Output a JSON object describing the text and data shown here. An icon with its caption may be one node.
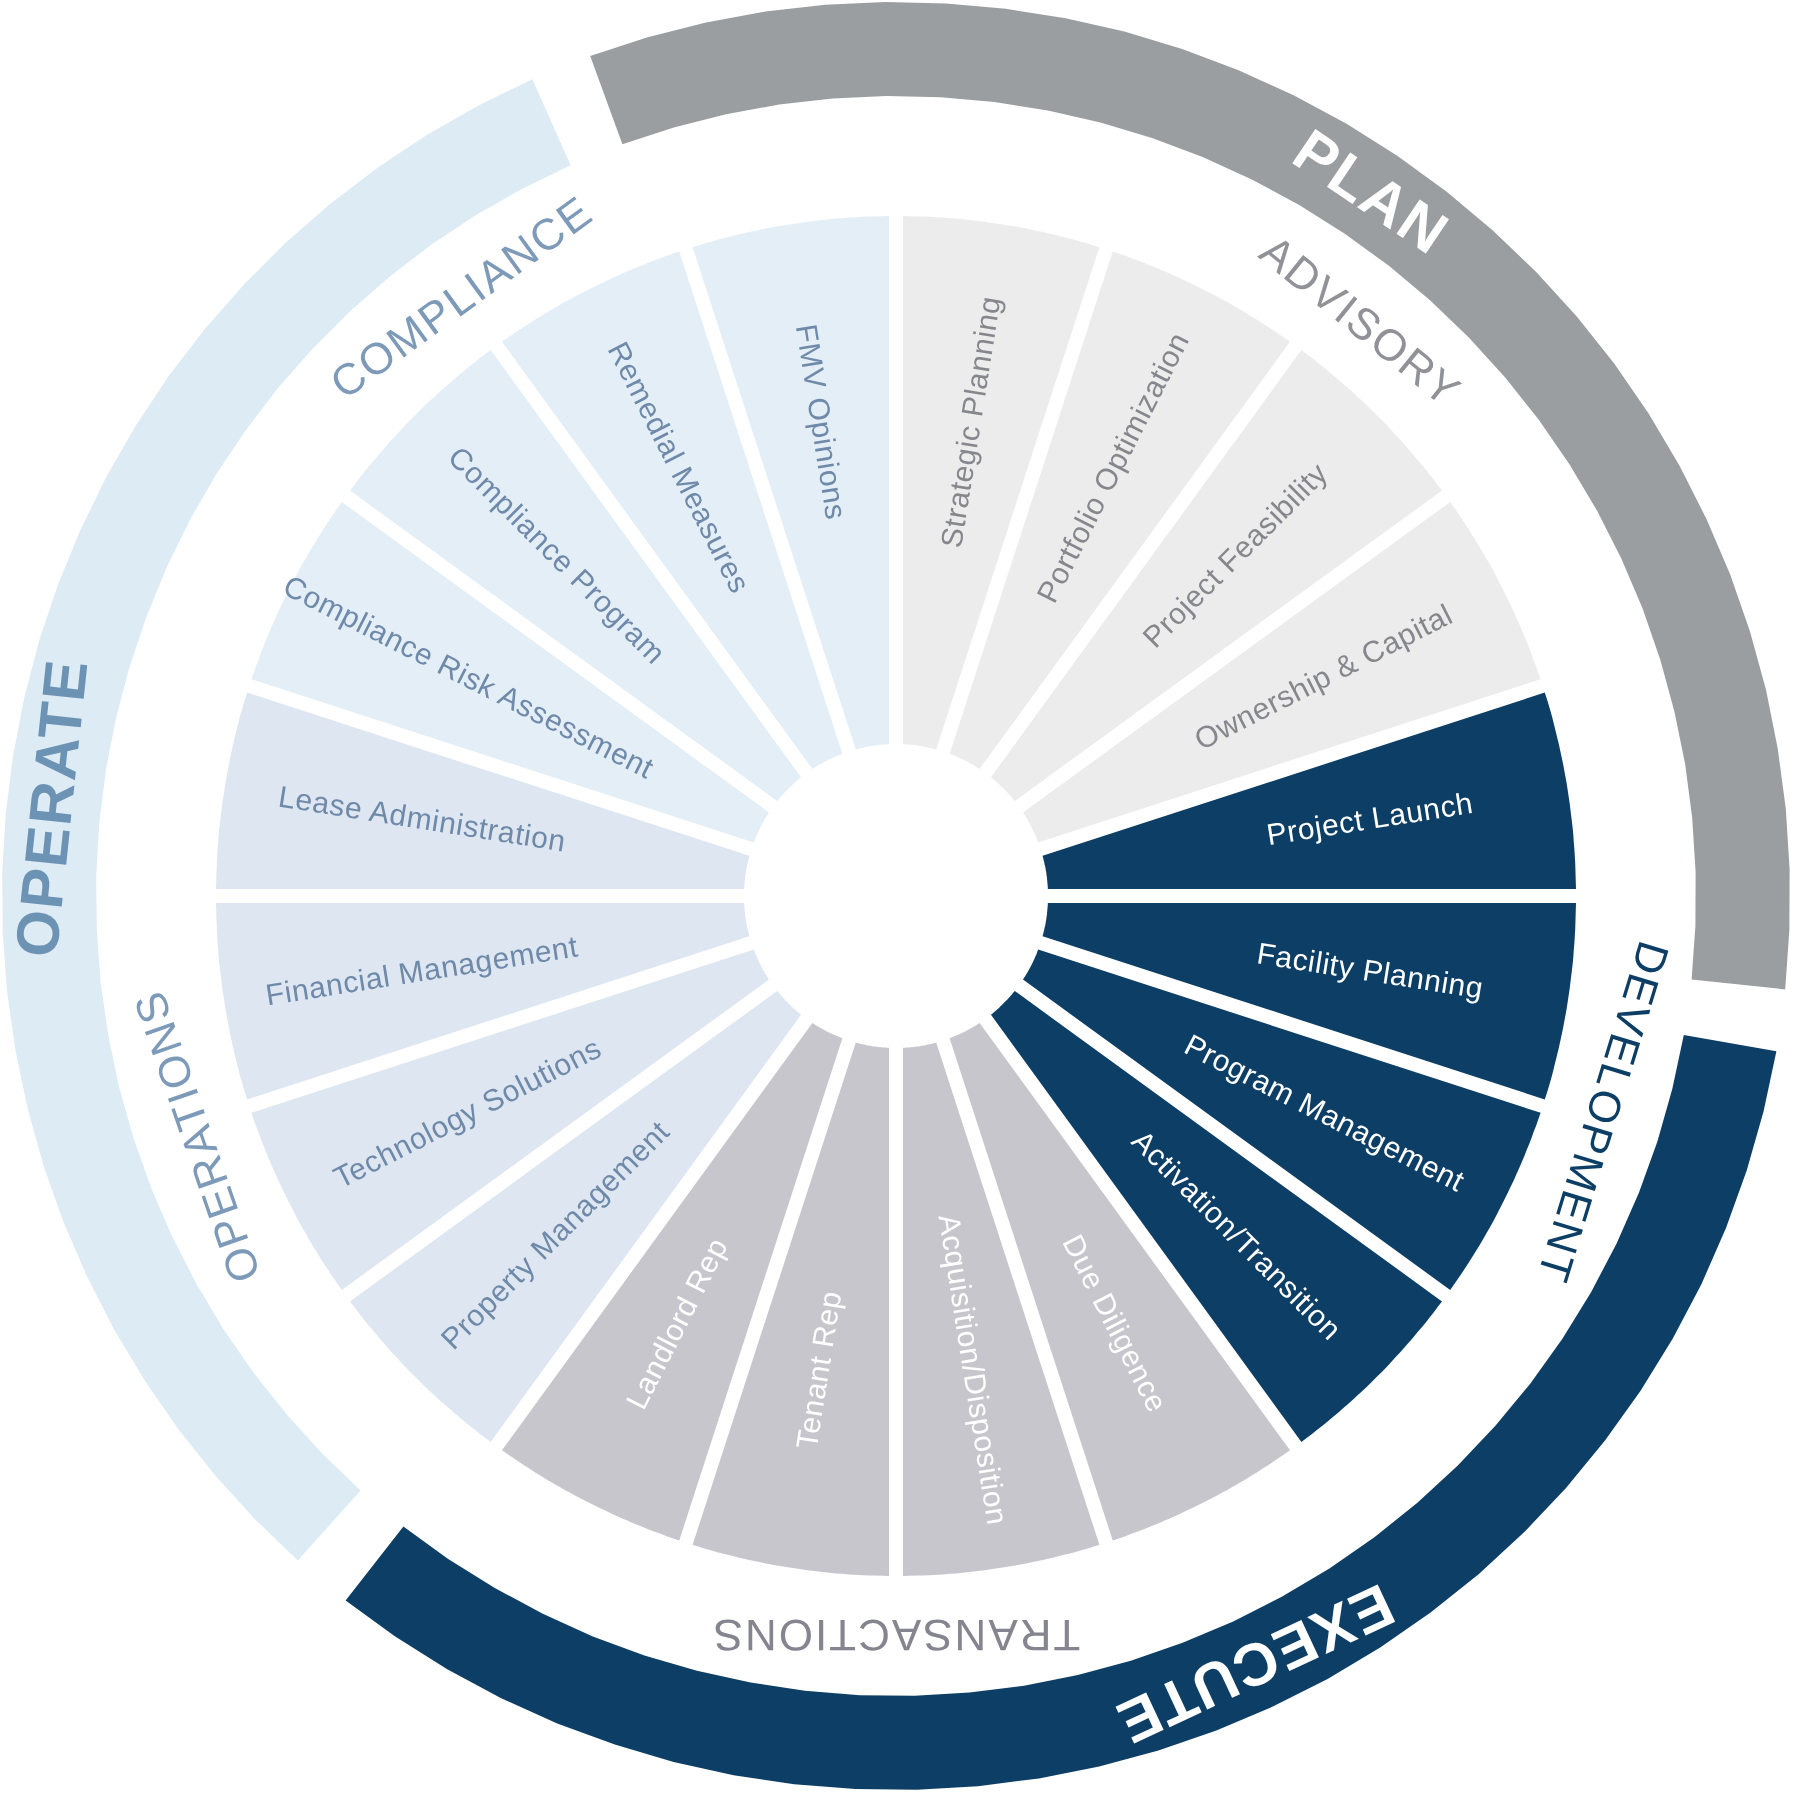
{
  "diagram": {
    "nodes": [
      {
        "text": [
          "PLAN"
        ]
      },
      {
        "text": [
          "EXECUTE"
        ]
      },
      {
        "text": [
          "OPERATE"
        ]
      },
      {
        "text": [
          "Strategic Planning"
        ]
      },
      {
        "text": [
          "Portfolio Optimization"
        ]
      },
      {
        "text": [
          "Project Feasibility"
        ]
      },
      {
        "text": [
          "Ownership & Capital"
        ]
      },
      {
        "text": [
          "Project Launch"
        ]
      },
      {
        "text": [
          "Facility Planning"
        ]
      },
      {
        "text": [
          "Program Management"
        ]
      },
      {
        "text": [
          "Activation/Transition"
        ]
      },
      {
        "text": [
          "Due Diligence"
        ]
      },
      {
        "text": [
          "Acquisition/Disposition"
        ]
      },
      {
        "text": [
          "Tenant Rep"
        ]
      },
      {
        "text": [
          "Landlord Rep"
        ]
      },
      {
        "text": [
          "Property Management"
        ]
      },
      {
        "text": [
          "Technology Solutions"
        ]
      },
      {
        "text": [
          "Financial Management"
        ]
      },
      {
        "text": [
          "Lease Administration"
        ]
      },
      {
        "text": [
          "Compliance Risk Assessment"
        ]
      },
      {
        "text": [
          "Compliance Program"
        ]
      },
      {
        "text": [
          "Remedial Measures"
        ]
      },
      {
        "text": [
          "FMV Opinions"
        ]
      }
    ],
    "labels": [
      "ADVISORY",
      "DEVELOPMENT",
      "TRANSACTIONS",
      "OPERATIONS",
      "COMPLIANCE"
    ]
  }
}
